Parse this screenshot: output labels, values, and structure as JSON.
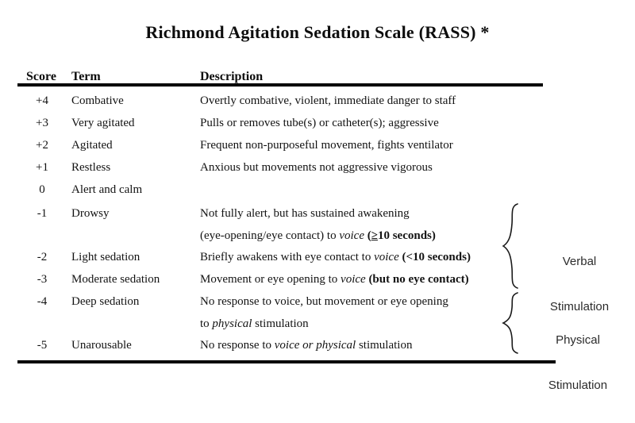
{
  "document": {
    "title": "Richmond Agitation Sedation Scale (RASS) *"
  },
  "table": {
    "headers": {
      "score": "Score",
      "term": "Term",
      "description": "Description"
    },
    "rows": [
      {
        "score": "+4",
        "term": "Combative",
        "description": "Overtly combative, violent, immediate danger to staff"
      },
      {
        "score": "+3",
        "term": "Very agitated",
        "description": "Pulls or removes tube(s) or catheter(s); aggressive"
      },
      {
        "score": "+2",
        "term": "Agitated",
        "description": "Frequent non-purposeful movement, fights ventilator"
      },
      {
        "score": "+1",
        "term": "Restless",
        "description": "Anxious but movements not aggressive vigorous"
      },
      {
        "score": "0",
        "term": "Alert and calm",
        "description": ""
      },
      {
        "score": "-1",
        "term": "Drowsy",
        "description_line1": "Not fully alert, but has sustained awakening",
        "description_line2_a": "(eye-opening/eye contact) to ",
        "description_line2_italic": "voice",
        "description_line2_b": " (",
        "description_line2_symbol": "≥",
        "description_line2_c": "10 seconds)"
      },
      {
        "score": "-2",
        "term": "Light sedation",
        "description_a": "Briefly awakens with eye contact to ",
        "description_italic": "voice",
        "description_b": " (<10 seconds)"
      },
      {
        "score": "-3",
        "term": "Moderate sedation",
        "description_a": "Movement or eye opening to ",
        "description_italic": "voice",
        "description_b": " (but no eye contact)"
      },
      {
        "score": "-4",
        "term": "Deep sedation",
        "description_line1": "No response to voice, but movement or eye opening",
        "description_line2_a": "to ",
        "description_line2_italic": "physical",
        "description_line2_b": " stimulation"
      },
      {
        "score": "-5",
        "term": "Unarousable",
        "description_a": "No response to ",
        "description_italic": "voice or physical",
        "description_b": " stimulation"
      }
    ]
  },
  "annotations": {
    "verbal": {
      "line1": "Verbal",
      "line2": "Stimulation"
    },
    "physical": {
      "line1": "Physical",
      "line2": "Stimulation"
    }
  },
  "colors": {
    "text": "#131313",
    "rule": "#000000",
    "annotation_text": "#2b2b2b",
    "background": "#ffffff"
  }
}
